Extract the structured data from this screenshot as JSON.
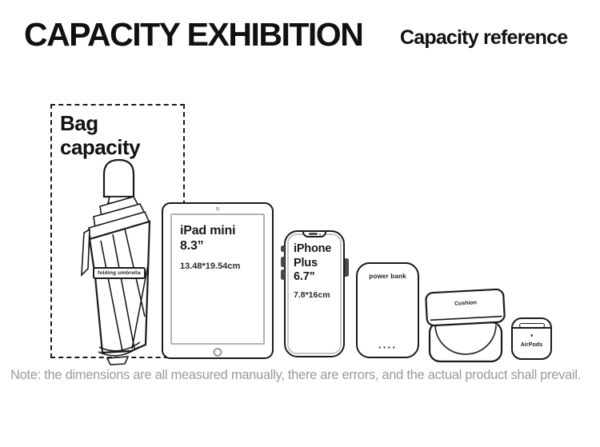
{
  "header": {
    "title": "CAPACITY EXHIBITION",
    "subtitle": "Capacity reference"
  },
  "bag_box": {
    "line1": "Bag",
    "line2": "capacity"
  },
  "umbrella": {
    "band_label": "folding umbrella"
  },
  "ipad": {
    "name": "iPad mini",
    "size": "8.3”",
    "dimensions": "13.48*19.54cm"
  },
  "iphone": {
    "name": "iPhone",
    "variant": "Plus",
    "size": "6.7”",
    "dimensions": "7.8*16cm"
  },
  "power_bank": {
    "label": "power bank",
    "dots": "····"
  },
  "cushion": {
    "label": "Cushion"
  },
  "airpods": {
    "label": "AirPods"
  },
  "footer": {
    "note": "Note: the dimensions are all measured manually, there are errors, and the actual product shall prevail."
  },
  "colors": {
    "ink": "#1a1a1a",
    "screen_border": "#b3b3b3",
    "hardware_gray": "#4a4a4a",
    "note_gray": "#9b9b9b",
    "background": "#ffffff"
  }
}
